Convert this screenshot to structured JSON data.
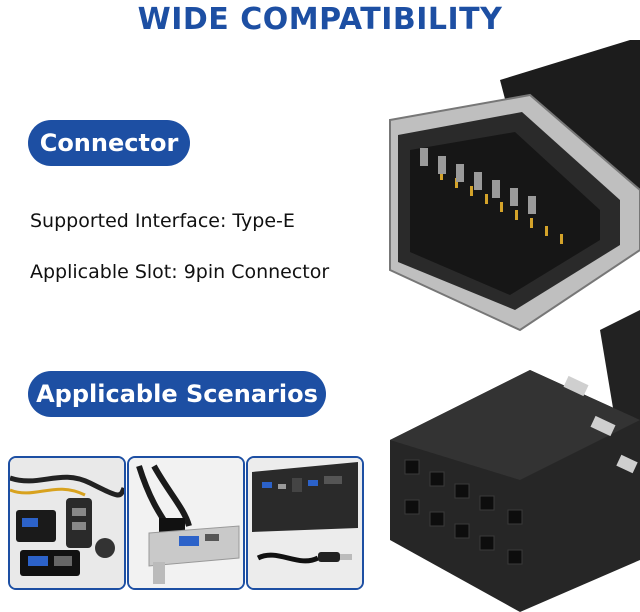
{
  "title": "WIDE COMPATIBILITY",
  "sections": {
    "connector": {
      "label": "Connector",
      "lines": [
        "Supported Interface: Type-E",
        "Applicable Slot: 9pin Connector"
      ]
    },
    "scenarios": {
      "label": "Applicable Scenarios"
    }
  },
  "colors": {
    "accent": "#1d4fa3",
    "text": "#111111",
    "background": "#ffffff"
  }
}
